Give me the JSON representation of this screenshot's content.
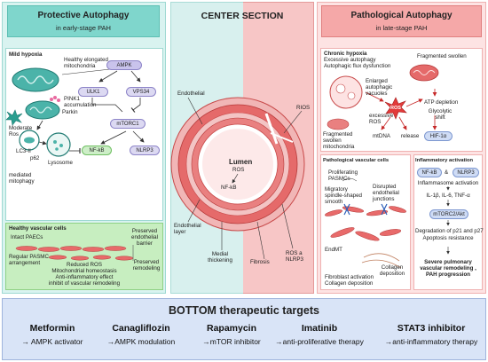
{
  "colors": {
    "left_panel": "#d9f3f0",
    "left_title": "#7fd6cc",
    "healthy_panel": "#c7eec0",
    "center_left": "#d8f0ee",
    "center_right": "#f7c6c6",
    "right_panel": "#fde3e3",
    "right_title": "#f5a8a8",
    "bottom_panel": "#d9e4f7",
    "accent_red": "#e23a3a",
    "accent_blue": "#2b5db8"
  },
  "left": {
    "title": "Protective Autophagy",
    "subtitle": "in early-stage PAH",
    "hypoxia": {
      "heading": "Mild hypoxia",
      "mito_label": "Healthy elongated mitochondria",
      "pink1": "PINK1 accumulation",
      "parkin": "Parkin",
      "ros": "Moderate Ros",
      "lc3": "LC3-II",
      "p62": "p62",
      "mitophagy": "mediated mitophagy",
      "lysosome": "Lysosome",
      "ampk": "AMPK",
      "ulk1": "ULK1",
      "vps34": "VPS34",
      "mtorc1": "mTORC1",
      "nfkb": "NF-kB",
      "nlrp3": "NLRP3"
    },
    "healthy": {
      "heading": "Healthy vascular cells",
      "paecs": "Intact PAECs",
      "barrier": "Preserved endothelial barrier",
      "pasmc": "Regular PASMC arrangement",
      "remodeling": "Preserved remodeling",
      "effects": [
        "Reduced ROS",
        "Mitochondrial homeostasis",
        "Anti-inflammatory effect",
        "inhibit of vascular remodeling"
      ]
    }
  },
  "center": {
    "title": "CENTER SECTION",
    "endothelial": "Endothelial",
    "rios": "RIOS",
    "lumen": "Lumen",
    "ros": "ROS",
    "nfkb": "NF-kB",
    "endo_layer": "Endothelial layer",
    "medial": "Medial thickening",
    "fibrosis": "Fibrosis",
    "ros_nlrp3": "ROS a NLRP3"
  },
  "right": {
    "title": "Pathological Autophagy",
    "subtitle": "in late-stage PAH",
    "chronic": {
      "heading": "Chronic hypoxia",
      "line1": "Excessive autophagy",
      "line2": "Autophagic flux dysfunction",
      "fragmented": "Fragmented swollen",
      "vacuoles": "Enlarged autophagic vacuoles",
      "excessive_ros": "excessive ROS",
      "ros": "ROS",
      "atp": "ATP depletion",
      "glycolytic": "Glycolytic shift",
      "frag_mito": "Fragmented swollen mitochondria",
      "mtdna": "mtDNA",
      "release": "release",
      "hif": "HIF-1α"
    },
    "vascular": {
      "heading": "Pathological vascular cells",
      "prolif": "Proliferating PASMCs",
      "migratory": "Migratory spindle-shaped smooth",
      "disrupted": "Disrupted endothelial junctions",
      "endmt": "EndMT",
      "fibro": "Fibroblast activation Collagen deposition",
      "collagen": "Collagen deposition"
    },
    "inflam": {
      "heading": "Inflammatory activation",
      "nfkb": "NF-kB",
      "amp": "&",
      "nlrp3": "NLRP3",
      "inflammasome": "Inflammasome activation",
      "cytokines": "IL-1β,  IL-6,  TNF-α",
      "mtorc2": "mTORC2/Akt",
      "degradation": "Degradation of p21 and p27",
      "apoptosis": "Apoptosis resistance",
      "severe": "Severe pulmonary vascular remodeling , PAH progression"
    }
  },
  "bottom": {
    "title": "BOTTOM therapeutic targets",
    "drugs": [
      {
        "name": "Metformin",
        "effect": "→ AMPK activator"
      },
      {
        "name": "Canagliflozin",
        "effect": "→AMPK modulation"
      },
      {
        "name": "Rapamycin",
        "effect": "→mTOR inhibitor"
      },
      {
        "name": "Imatinib",
        "effect": "→anti-proliferative therapy"
      },
      {
        "name": "STAT3 inhibitor",
        "effect": "→anti-inflammatory therapy"
      }
    ]
  }
}
